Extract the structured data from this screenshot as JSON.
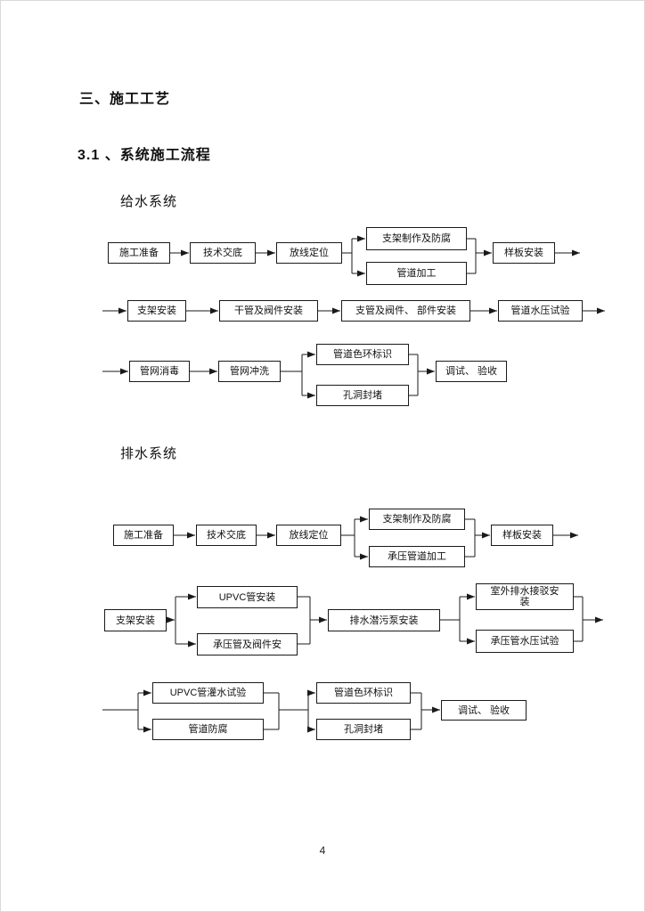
{
  "page": {
    "section_heading": "三、施工工艺",
    "sub_heading": "3.1 、系统施工流程",
    "page_number": "4"
  },
  "water": {
    "title": "给水系统",
    "prep": "施工准备",
    "tech": "技术交底",
    "layout": "放线定位",
    "bracket_make": "支架制作及防腐",
    "pipe_process": "管道加工",
    "sample": "样板安装",
    "bracket_install": "支架安装",
    "main_pipe": "干管及阀件安装",
    "branch_pipe": "支管及阀件、 部件安装",
    "pressure_test": "管道水压试验",
    "disinfect": "管网消毒",
    "flush": "管网冲洗",
    "color_mark": "管道色环标识",
    "hole_seal": "孔洞封堵",
    "debug": "调试、 验收"
  },
  "drain": {
    "title": "排水系统",
    "prep": "施工准备",
    "tech": "技术交底",
    "layout": "放线定位",
    "bracket_make": "支架制作及防腐",
    "pressure_pipe_process": "承压管道加工",
    "sample": "样板安装",
    "bracket_install": "支架安装",
    "upvc_install": "UPVC管安装",
    "pressure_valve_install": "承压管及阀件安",
    "pump_install": "排水潜污泵安装",
    "outdoor_connect": "室外排水接驳安装",
    "pressure_test": "承压管水压试验",
    "upvc_water_test": "UPVC管灌水试验",
    "pipe_anticorrosion": "管道防腐",
    "color_mark": "管道色环标识",
    "hole_seal": "孔洞封堵",
    "debug": "调试、 验收"
  }
}
